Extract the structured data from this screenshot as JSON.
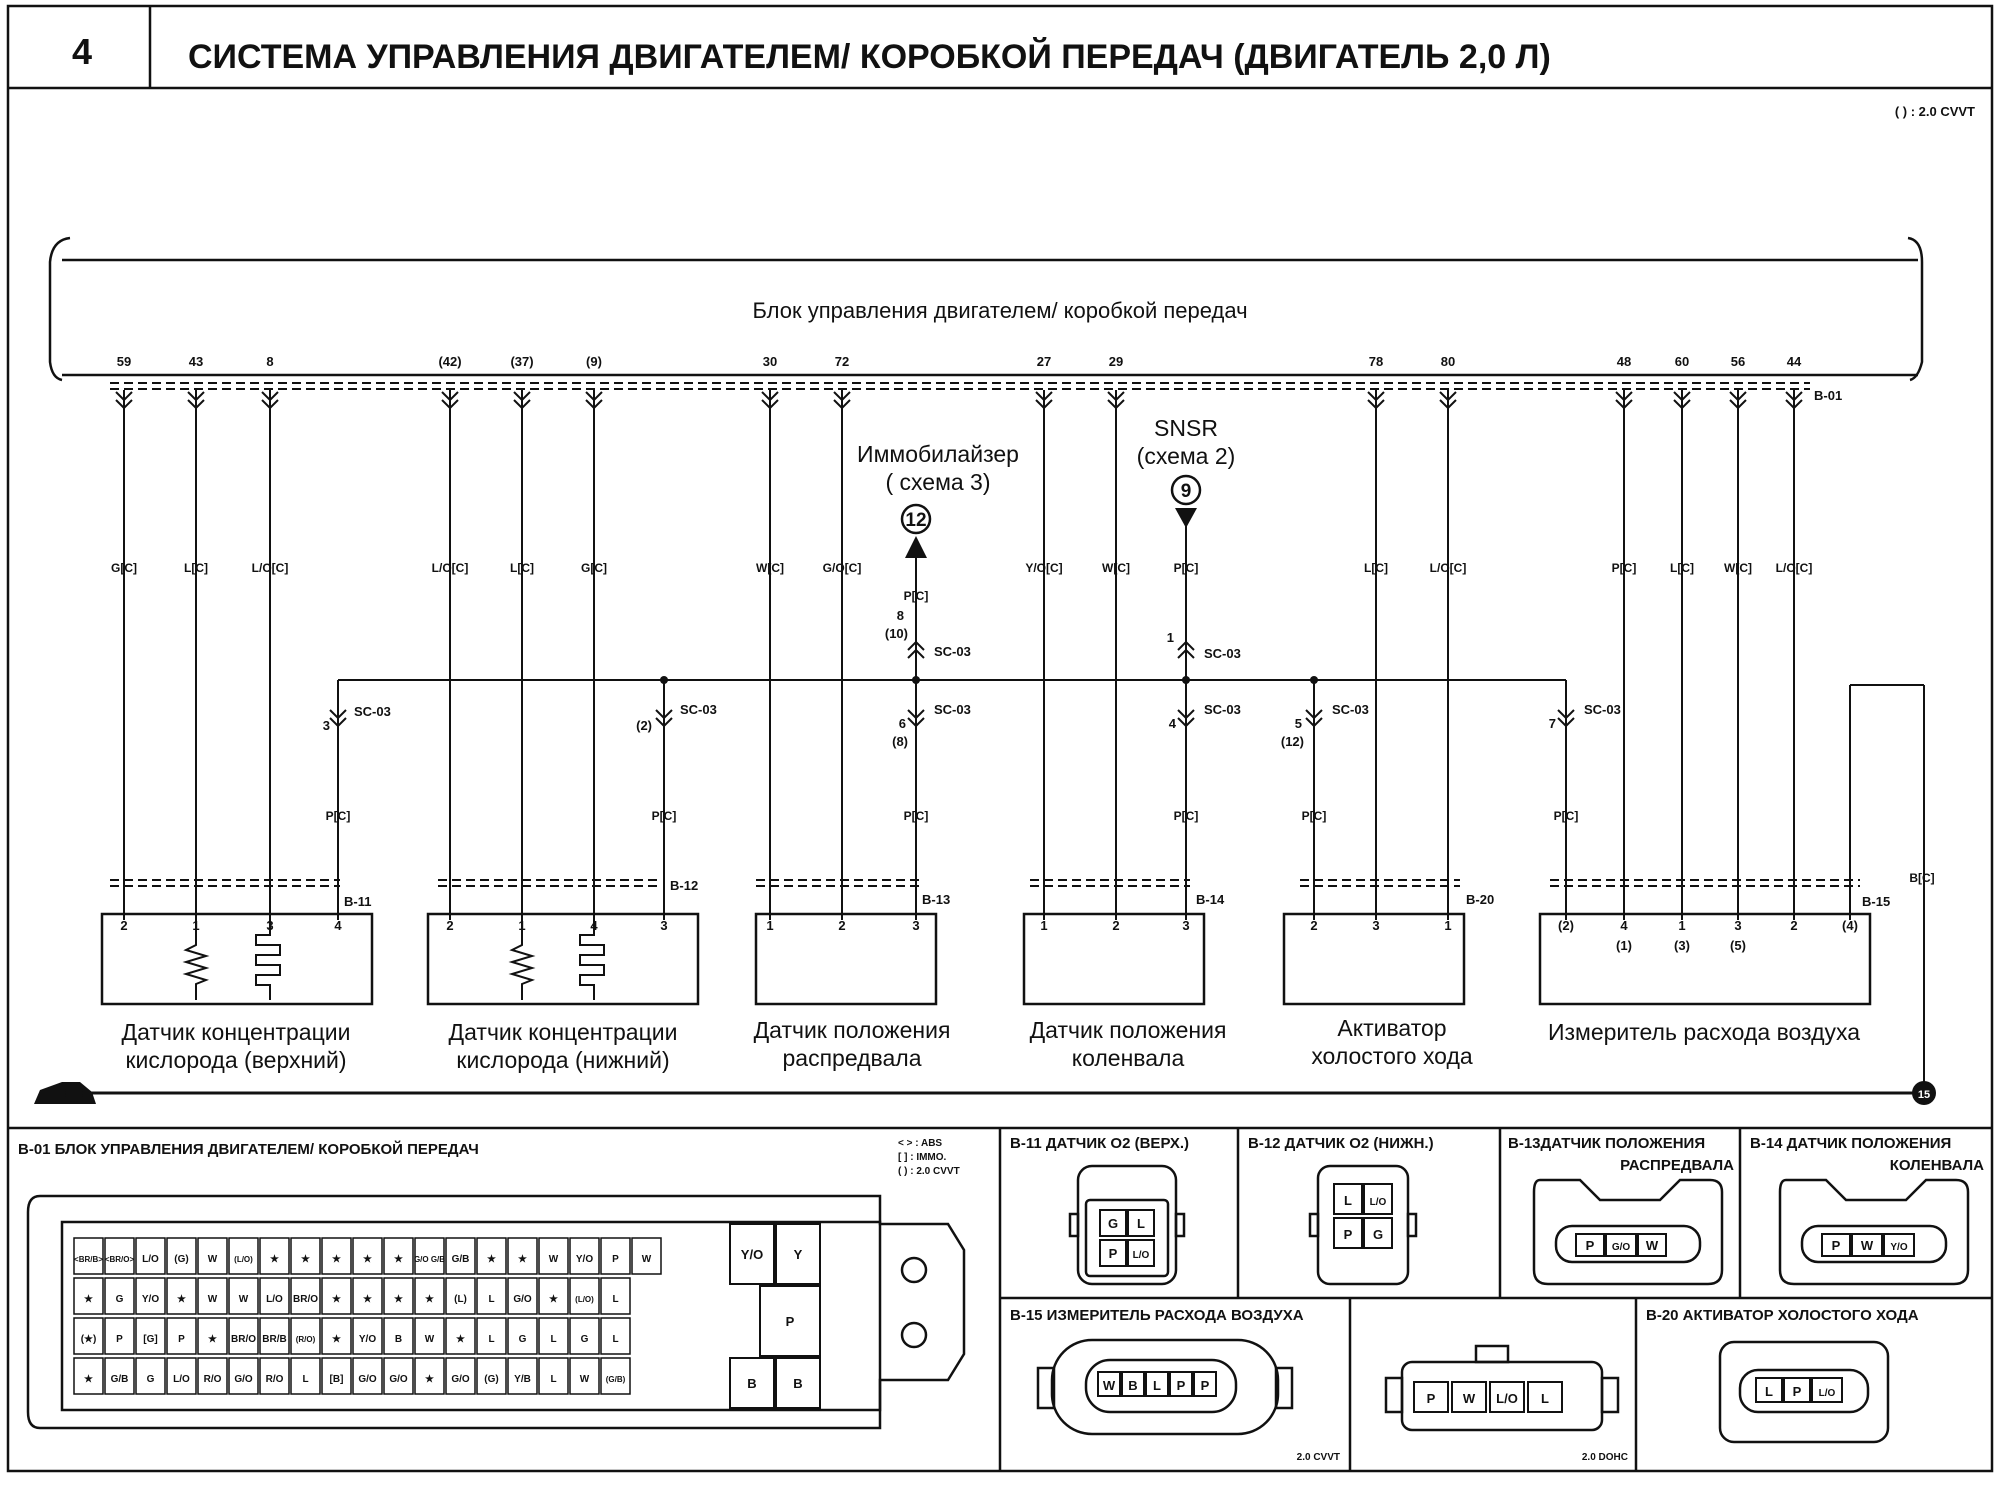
{
  "header": {
    "page_number": "4",
    "title": "СИСТЕМА УПРАВЛЕНИЯ ДВИГАТЕЛЕМ/ КОРОБКОЙ ПЕРЕДАЧ (ДВИГАТЕЛЬ 2,0 Л)",
    "legend_note": "( ) : 2.0 CVVT"
  },
  "ecu": {
    "label": "Блок управления двигателем/ коробкой передач",
    "connector": "B-01",
    "pins": [
      "59",
      "43",
      "8",
      "(42)",
      "(37)",
      "(9)",
      "30",
      "72",
      "27",
      "29",
      "78",
      "80",
      "48",
      "60",
      "56",
      "44"
    ]
  },
  "wires": [
    "G[C]",
    "L[C]",
    "L/O[C]",
    "L/O[C]",
    "L[C]",
    "G[C]",
    "W[C]",
    "G/O[C]",
    "Y/O[C]",
    "W[C]",
    "P[C]",
    "L[C]",
    "L/O[C]",
    "P[C]",
    "L[C]",
    "W[C]",
    "L/O[C]"
  ],
  "refs": {
    "immobilizer": {
      "title": "Иммобилайзер",
      "sub": "( схема 3)",
      "num": "12"
    },
    "snsr": {
      "title": "SNSR",
      "sub": "(схема 2)",
      "num": "9"
    }
  },
  "splices": {
    "name": "SC-03",
    "immo_pins": [
      "8",
      "(10)"
    ],
    "snsr_pin": "1",
    "drop_pins": [
      "3",
      "(2)",
      "6",
      "(8)",
      "4",
      "5",
      "(12)",
      "7"
    ],
    "p_wire": "P[C]",
    "b_wire": "B[C]"
  },
  "components": [
    {
      "connector": "B-11",
      "name1": "Датчик концентрации",
      "name2": "кислорода (верхний)",
      "pins": [
        "2",
        "1",
        "3",
        "4"
      ]
    },
    {
      "connector": "B-12",
      "name1": "Датчик концентрации",
      "name2": "кислорода (нижний)",
      "pins": [
        "2",
        "1",
        "4",
        "3"
      ]
    },
    {
      "connector": "B-13",
      "name1": "Датчик положения",
      "name2": "распредвала",
      "pins": [
        "1",
        "2",
        "3"
      ]
    },
    {
      "connector": "B-14",
      "name1": "Датчик положения",
      "name2": "коленвала",
      "pins": [
        "1",
        "2",
        "3"
      ]
    },
    {
      "connector": "B-20",
      "name1": "Активатор",
      "name2": "холостого хода",
      "pins": [
        "2",
        "3",
        "1"
      ]
    },
    {
      "connector": "B-15",
      "name1": "Измеритель расхода воздуха",
      "name2": "",
      "pins": [
        "(2)",
        "4",
        "1",
        "3",
        "2",
        "(4)"
      ],
      "alt_pins": [
        "(1)",
        "(3)",
        "(5)"
      ]
    }
  ],
  "ground_node": "15",
  "panels": {
    "b01": {
      "title": "B-01  БЛОК УПРАВЛЕНИЯ ДВИГАТЕЛЕМ/ КОРОБКОЙ ПЕРЕДАЧ",
      "legend": [
        "< > : ABS",
        "[  ] : IMMO.",
        "(  ) : 2.0 CVVT"
      ],
      "row1": [
        "<BR/B>",
        "<BR/O>",
        "L/O",
        "(G)",
        "W",
        "(L/O)",
        "★",
        "★",
        "★",
        "★",
        "★",
        "G/O G/B",
        "G/B",
        "★",
        "★",
        "W",
        "Y/O",
        "P",
        "W"
      ],
      "row2": [
        "★",
        "G",
        "Y/O",
        "★",
        "W",
        "W",
        "L/O",
        "BR/O",
        "★",
        "★",
        "★",
        "★",
        "(L)",
        "L",
        "G/O",
        "★",
        "(L/O)",
        "L"
      ],
      "row3": [
        "(★)",
        "P",
        "[G]",
        "P",
        "★",
        "BR/O",
        "BR/B",
        "(R/O)",
        "★",
        "Y/O",
        "B",
        "W",
        "★",
        "L",
        "G",
        "L",
        "G",
        "L"
      ],
      "row4": [
        "★",
        "G/B",
        "G",
        "L/O",
        "R/O",
        "G/O",
        "R/O",
        "L",
        "[B]",
        "G/O",
        "G/O",
        "★",
        "G/O",
        "(G)",
        "Y/B",
        "L",
        "W",
        "(G/B)"
      ],
      "big": [
        "Y/O",
        "Y",
        "P",
        "B",
        "B"
      ]
    },
    "b11": {
      "title": "B-11 ДАТЧИК O2 (ВЕРХ.)",
      "pins": [
        "G",
        "L",
        "P",
        "L/O"
      ]
    },
    "b12": {
      "title": "B-12  ДАТЧИК O2 (НИЖН.)",
      "pins": [
        "L",
        "L/O",
        "P",
        "G"
      ]
    },
    "b13": {
      "title1": "B-13ДАТЧИК ПОЛОЖЕНИЯ",
      "title2": "РАСПРЕДВАЛА",
      "pins": [
        "P",
        "G/O",
        "W"
      ]
    },
    "b14": {
      "title1": "B-14  ДАТЧИК ПОЛОЖЕНИЯ",
      "title2": "КОЛЕНВАЛА",
      "pins": [
        "P",
        "W",
        "Y/O"
      ]
    },
    "b15": {
      "title": "B-15 ИЗМЕРИТЕЛЬ РАСХОДА ВОЗДУХА",
      "cvvt_pins": [
        "W",
        "B",
        "L",
        "P",
        "P"
      ],
      "cvvt_note": "2.0 CVVT",
      "dohc_pins": [
        "P",
        "W",
        "L/O",
        "L"
      ],
      "dohc_note": "2.0 DOHC"
    },
    "b20": {
      "title": "B-20 АКТИВАТОР ХОЛОСТОГО ХОДА",
      "pins": [
        "L",
        "P",
        "L/O"
      ]
    }
  }
}
